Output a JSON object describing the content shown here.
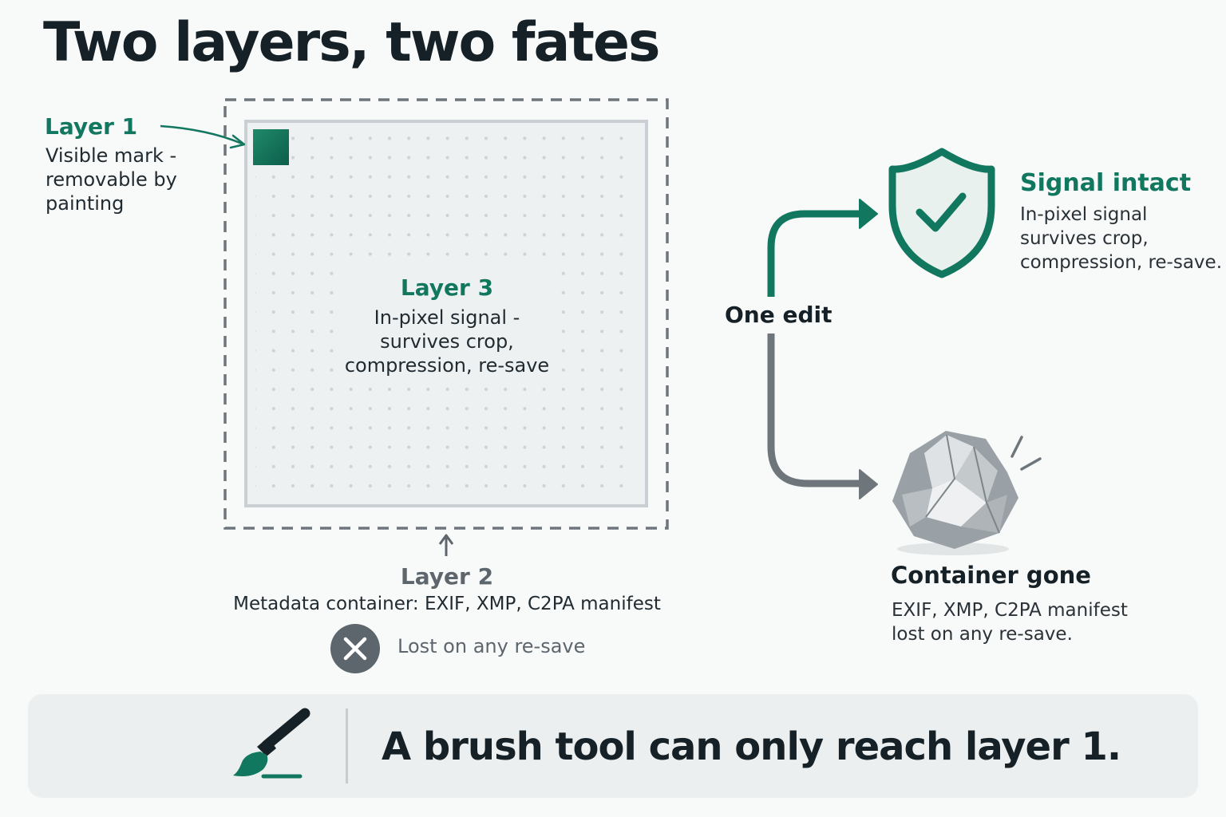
{
  "title": "Two layers, two fates",
  "layer1": {
    "title": "Layer 1",
    "description": "Visible mark - removable by painting"
  },
  "layer3": {
    "title": "Layer 3",
    "line1": "In-pixel signal -",
    "line2": "survives crop,",
    "line3": "compression, re-save"
  },
  "layer2": {
    "title": "Layer 2",
    "description": "Metadata container: EXIF, XMP, C2PA manifest",
    "status": "Lost on any re-save",
    "status_icon": "x-circle-icon"
  },
  "edit": {
    "label": "One edit"
  },
  "intact": {
    "title": "Signal intact",
    "description": "In-pixel signal survives crop, compression, re-save.",
    "icon": "shield-check-icon"
  },
  "gone": {
    "title": "Container gone",
    "description": "EXIF, XMP, C2PA manifest lost on any re-save.",
    "icon": "crumpled-paper-icon"
  },
  "banner": {
    "text": "A brush tool can only reach layer 1.",
    "icon": "paintbrush-icon"
  },
  "colors": {
    "accent_green": "#12775f",
    "neutral_gray": "#5d666d",
    "dark_text": "#152027"
  }
}
